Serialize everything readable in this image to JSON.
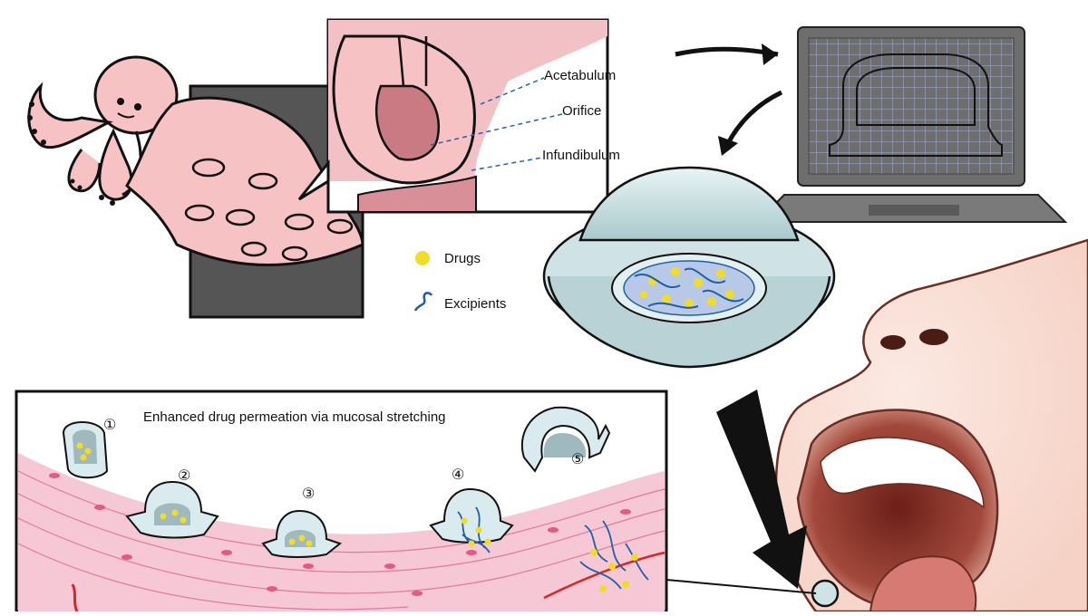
{
  "annotations": {
    "acetabulum": "Acetabulum",
    "orifice": "Orifice",
    "infundibulum": "Infundibulum"
  },
  "legend": {
    "drugs": "Drugs",
    "excipients": "Excipients",
    "drug_color": "#f2dc2a",
    "excipient_color": "#1f5fa8"
  },
  "panel": {
    "title": "Enhanced drug permeation  via mucosal stretching",
    "steps": [
      "①",
      "②",
      "③",
      "④",
      "⑤"
    ]
  },
  "colors": {
    "octopus_skin": "#f6c2c4",
    "suction_pink": "#e8a6ad",
    "infundibulum_dark": "#c97a82",
    "device_shell": "#cfe3e6",
    "laptop_grey": "#6e6e6e",
    "tissue_pink": "#f3b9cc",
    "arrow_black": "#111111"
  },
  "icons": [
    "octopus-icon",
    "laptop-icon",
    "suction-device-icon",
    "face-icon",
    "arrow-icon"
  ]
}
